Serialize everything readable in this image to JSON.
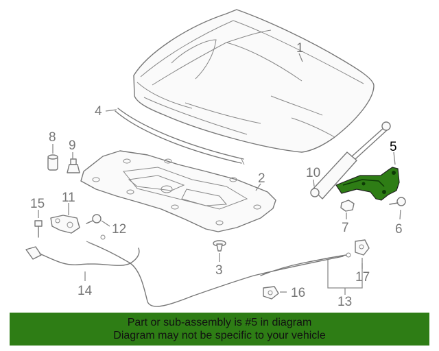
{
  "callouts": {
    "c1": "1",
    "c2": "2",
    "c3": "3",
    "c4": "4",
    "c5": "5",
    "c6": "6",
    "c7": "7",
    "c8": "8",
    "c9": "9",
    "c10": "10",
    "c11": "11",
    "c12": "12",
    "c13": "13",
    "c14": "14",
    "c15": "15",
    "c16": "16",
    "c17": "17"
  },
  "highlighted_part": "5",
  "colors": {
    "banner": "#2e7d15",
    "highlight_part": "#2e7d15",
    "line_art": "#777777",
    "text": "#111111"
  },
  "banner": {
    "line1": "Part or sub-assembly is #5 in diagram",
    "line2": "Diagram may not be specific to your vehicle"
  }
}
